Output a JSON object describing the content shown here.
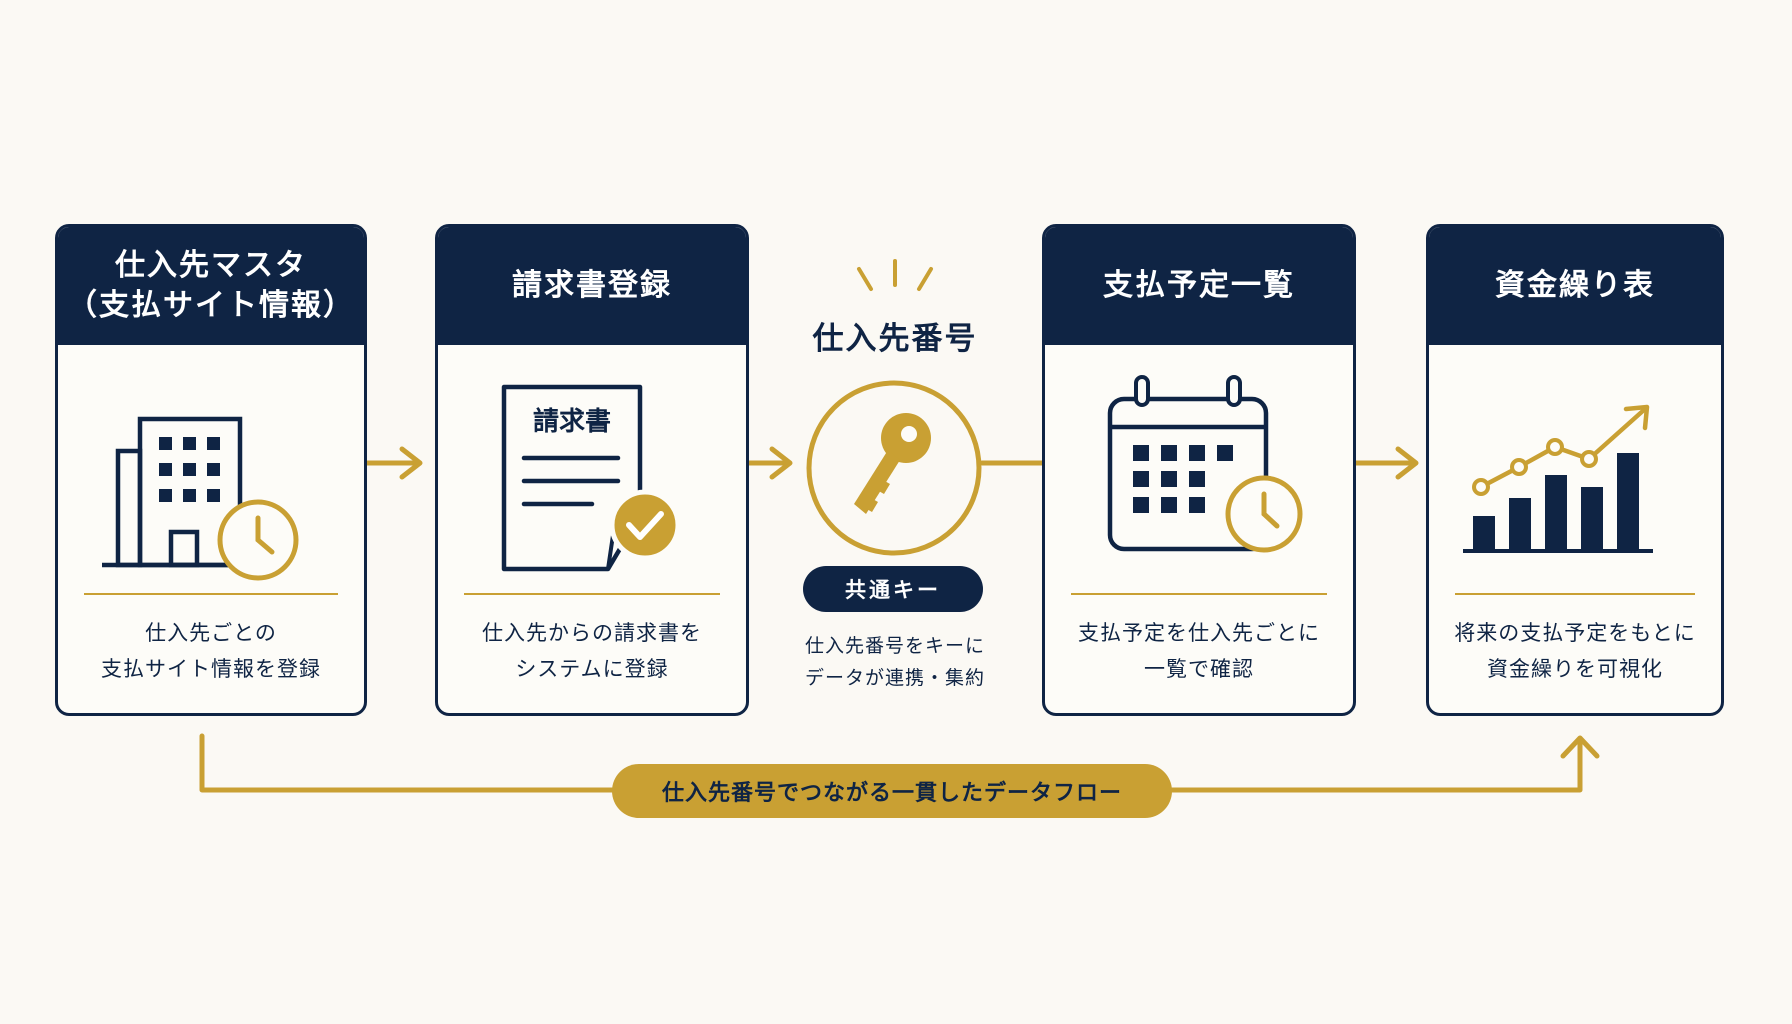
{
  "cards": [
    {
      "title_lines": [
        "仕入先マスタ",
        "（支払サイト情報）"
      ],
      "desc_lines": [
        "仕入先ごとの",
        "支払サイト情報を登録"
      ],
      "icon": "building-clock-icon"
    },
    {
      "title_lines": [
        "請求書登録"
      ],
      "icon_text": "請求書",
      "desc_lines": [
        "仕入先からの請求書を",
        "システムに登録"
      ],
      "icon": "invoice-check-icon"
    },
    {
      "title_lines": [
        "支払予定一覧"
      ],
      "desc_lines": [
        "支払予定を仕入先ごとに",
        "一覧で確認"
      ],
      "icon": "calendar-clock-icon"
    },
    {
      "title_lines": [
        "資金繰り表"
      ],
      "desc_lines": [
        "将来の支払予定をもとに",
        "資金繰りを可視化"
      ],
      "icon": "bar-chart-trend-icon"
    }
  ],
  "center": {
    "title": "仕入先番号",
    "key_label": "共通キー",
    "desc_lines": [
      "仕入先番号をキーに",
      "データが連携・集約"
    ],
    "icon": "key-icon"
  },
  "flow_label": "仕入先番号でつながる一貫したデータフロー",
  "colors": {
    "navy": "#0f2444",
    "gold": "#c9a033",
    "background": "#fbf9f4"
  }
}
